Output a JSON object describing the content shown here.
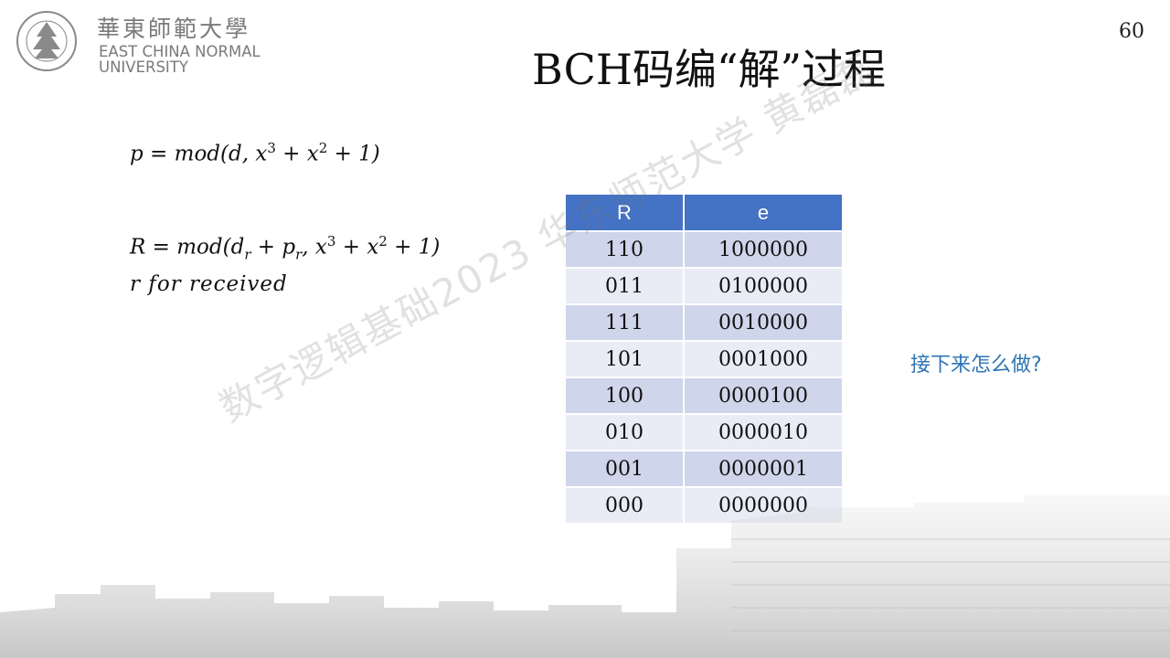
{
  "logo": {
    "name_cn": "華東師範大學",
    "name_en_line1": "EAST CHINA NORMAL",
    "name_en_line2": "UNIVERSITY"
  },
  "slide": {
    "page_number": "60",
    "title": "BCH码编“解”过程"
  },
  "formulas": {
    "f1": {
      "lhs": "p",
      "text": " = mod(d, x",
      "exp1": "3",
      "mid": " + x",
      "exp2": "2",
      "tail": " + 1)"
    },
    "f2": {
      "lhs": "R",
      "text": " = mod(d",
      "sub1": "r",
      "plus": " + p",
      "sub2": "r",
      "comma": ", x",
      "exp1": "3",
      "mid": " + x",
      "exp2": "2",
      "tail": " + 1)"
    },
    "f3": {
      "text": "r for received"
    }
  },
  "table": {
    "headers": [
      "R",
      "e"
    ],
    "rows": [
      [
        "110",
        "1000000"
      ],
      [
        "011",
        "0100000"
      ],
      [
        "111",
        "0010000"
      ],
      [
        "101",
        "0001000"
      ],
      [
        "100",
        "0000100"
      ],
      [
        "010",
        "0000010"
      ],
      [
        "001",
        "0000001"
      ],
      [
        "000",
        "0000000"
      ]
    ]
  },
  "question": "接下来怎么做?",
  "watermark": "数字逻辑基础2023 华东师范大学 黄磊磊",
  "colors": {
    "header_bg": "#4472c4",
    "row_dark": "#cfd5ea",
    "row_light": "#e9ebf5",
    "question": "#2e75b6"
  }
}
